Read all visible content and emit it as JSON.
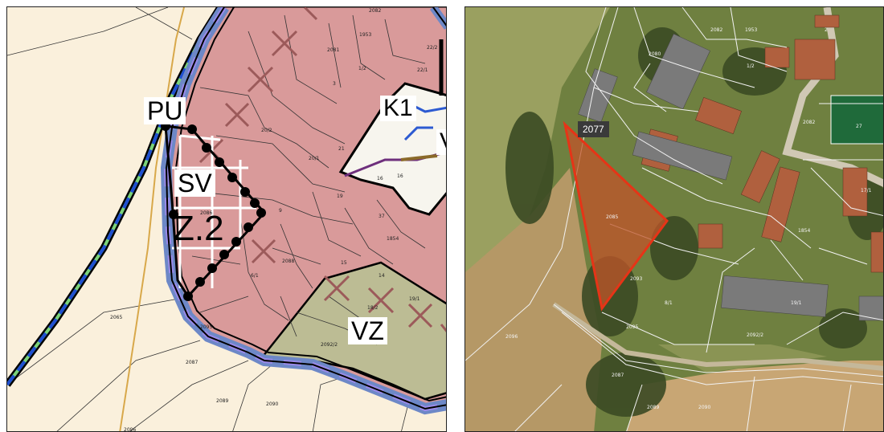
{
  "left_map": {
    "zones": {
      "pu": "PU",
      "k": "K1",
      "v": "V",
      "sv": "SV",
      "z2": "Z.2",
      "vz": "VZ"
    },
    "parcels": [
      "2082",
      "2081",
      "1953",
      "22/1",
      "22/2",
      "1/2",
      "3",
      "20/2",
      "21",
      "20/1",
      "16",
      "19",
      "9",
      "16",
      "1854",
      "37",
      "2065",
      "2088",
      "15",
      "6/1",
      "14",
      "19/1",
      "18/2",
      "2092/2",
      "2095",
      "2087",
      "2089",
      "2090",
      "2086",
      "2096"
    ]
  },
  "right_map": {
    "callout": "2077",
    "parcels": [
      "2082",
      "2080",
      "1953",
      "1/2",
      "2",
      "2082",
      "27",
      "17/1",
      "2085",
      "2093",
      "8/1",
      "1854",
      "19/1",
      "2092/2",
      "2095",
      "2087",
      "2089",
      "2090",
      "2096"
    ]
  },
  "colors": {
    "residential_zone": "#d99a9a",
    "green_zone": "#bcbc94",
    "background": "#faf0dc",
    "boundary_blue": "#5b84c9",
    "boundary_purple": "#9a8ae8",
    "highlight_red": "#e63417",
    "aerial_field": "#b59866"
  }
}
